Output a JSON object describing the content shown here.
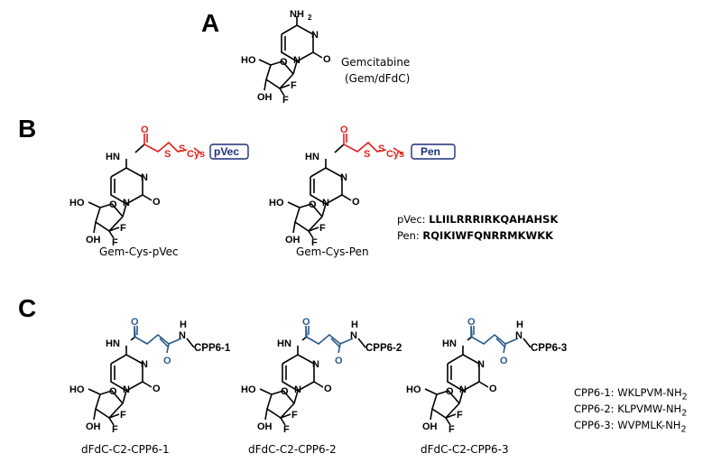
{
  "panels": {
    "a": {
      "letter": "A",
      "caption": "Gemcitabine",
      "caption2": "(Gem/dFdC)"
    },
    "b": {
      "letter": "B",
      "molecules": [
        {
          "name": "Gem-Cys-pVec",
          "peptide_box": "pVec"
        },
        {
          "name": "Gem-Cys-Pen",
          "peptide_box": "Pen"
        }
      ],
      "sequences": [
        {
          "label": "pVec:",
          "seq": "LLIILRRRIRKQAHAHSK"
        },
        {
          "label": "Pen:",
          "seq": "RQIKIWFQNRRMKWKK"
        }
      ]
    },
    "c": {
      "letter": "C",
      "molecules": [
        {
          "name": "dFdC-C2-CPP6-1",
          "tail": "CPP6-1"
        },
        {
          "name": "dFdC-C2-CPP6-2",
          "tail": "CPP6-2"
        },
        {
          "name": "dFdC-C2-CPP6-3",
          "tail": "CPP6-3"
        }
      ],
      "sequences": [
        {
          "label": "CPP6-1:",
          "seq": "WKLPVM-NH",
          "sub": "2"
        },
        {
          "label": "CPP6-2:",
          "seq": "KLPVMW-NH",
          "sub": "2"
        },
        {
          "label": "CPP6-3:",
          "seq": "WVPMLK-NH",
          "sub": "2"
        }
      ]
    }
  },
  "atoms": {
    "nh2": "NH",
    "nh2_sub": "2",
    "n": "N",
    "o": "O",
    "ho": "HO",
    "oh": "OH",
    "f": "F",
    "hn": "N",
    "h": "H",
    "s": "S",
    "cys": "Cys"
  },
  "colors": {
    "linker_red": "#e0201b",
    "linker_blue": "#2a5a8c",
    "peptide_box": "#1a2f7a"
  }
}
